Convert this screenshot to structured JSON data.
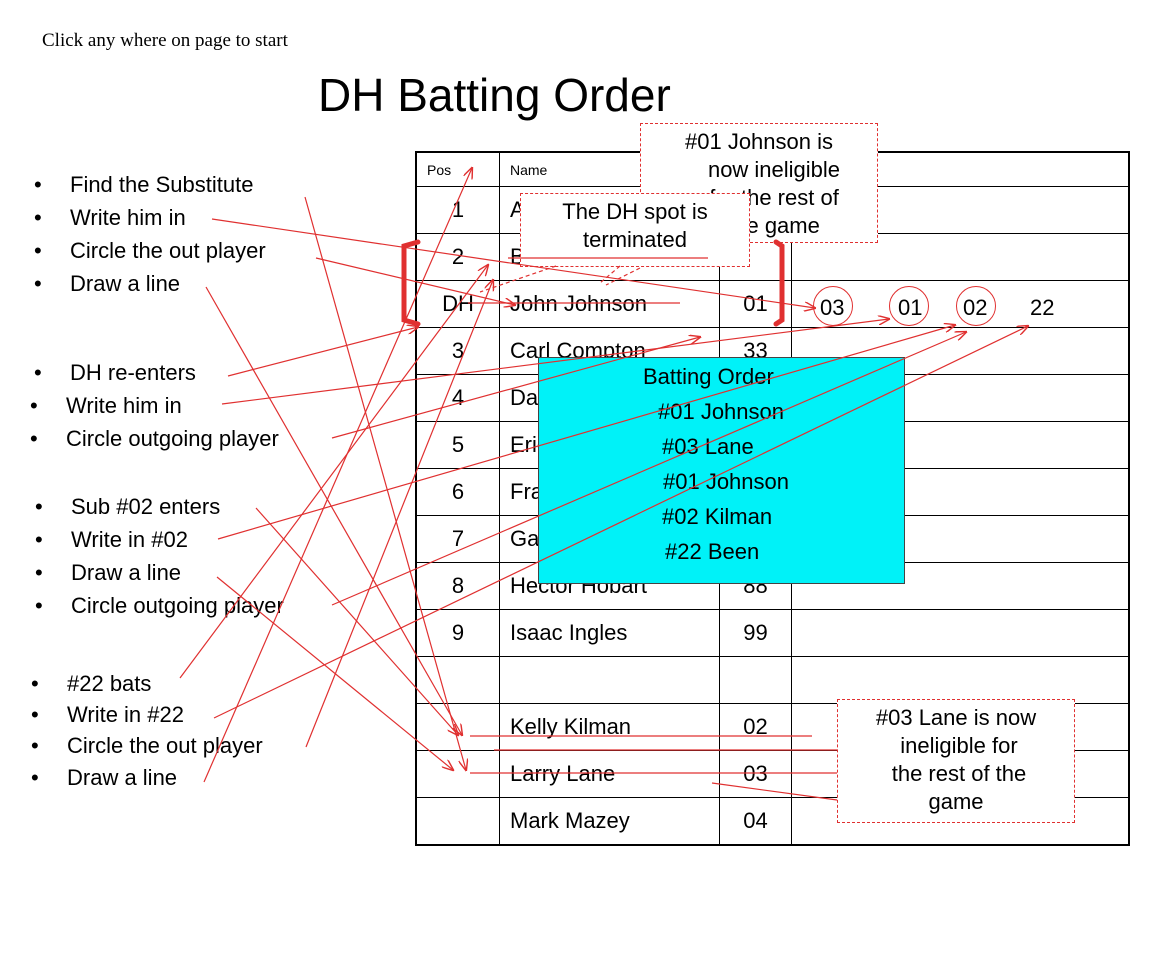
{
  "hint": "Click any where on page to start",
  "title": "DH Batting Order",
  "table": {
    "headers": [
      "Pos",
      "Name",
      "",
      ""
    ],
    "rows": [
      [
        "1",
        "Al",
        "",
        ""
      ],
      [
        "2",
        "Bo",
        "",
        ""
      ],
      [
        "DH",
        "John Johnson",
        "01",
        ""
      ],
      [
        "3",
        "Carl Compton",
        "33",
        ""
      ],
      [
        "4",
        "Dav",
        "",
        ""
      ],
      [
        "5",
        "Eric",
        "",
        ""
      ],
      [
        "6",
        "Fra",
        "",
        ""
      ],
      [
        "7",
        "Ga",
        "",
        ""
      ],
      [
        "8",
        "Hector Hobart",
        "88",
        ""
      ],
      [
        "9",
        "Isaac Ingles",
        "99",
        ""
      ],
      [
        "",
        "",
        "",
        ""
      ],
      [
        "",
        "Kelly Kilman",
        "02",
        ""
      ],
      [
        "",
        "Larry Lane",
        "03",
        ""
      ],
      [
        "",
        "Mark Mazey",
        "04",
        ""
      ]
    ]
  },
  "instructions": {
    "group1": [
      "Find the Substitute",
      "Write him in",
      "Circle the out player",
      "Draw a line"
    ],
    "group2": [
      "DH re-enters",
      "Write him in",
      "Circle outgoing player"
    ],
    "group3": [
      "Sub #02 enters",
      "Write in #02",
      "Draw a line",
      "Circle outgoing player"
    ],
    "group4": [
      "#22 bats",
      "Write in #22",
      "Circle the out player",
      "Draw a line"
    ]
  },
  "callouts": {
    "johnson": [
      "#01 Johnson is",
      "now ineligible",
      "for the rest of",
      "the game"
    ],
    "dh_spot": [
      "The DH spot is",
      "terminated"
    ],
    "lane": [
      "#03 Lane is now",
      "ineligible for",
      "the rest of the",
      "game"
    ]
  },
  "batting_order_box": {
    "title": "Batting Order",
    "items": [
      "#01 Johnson",
      "#03 Lane",
      "#01 Johnson",
      "#02 Kilman",
      "#22 Been"
    ]
  },
  "substitutions": [
    "03",
    "01",
    "02",
    "22"
  ],
  "colors": {
    "annotation": "#e03030",
    "box_fill": "#00f2f8"
  }
}
